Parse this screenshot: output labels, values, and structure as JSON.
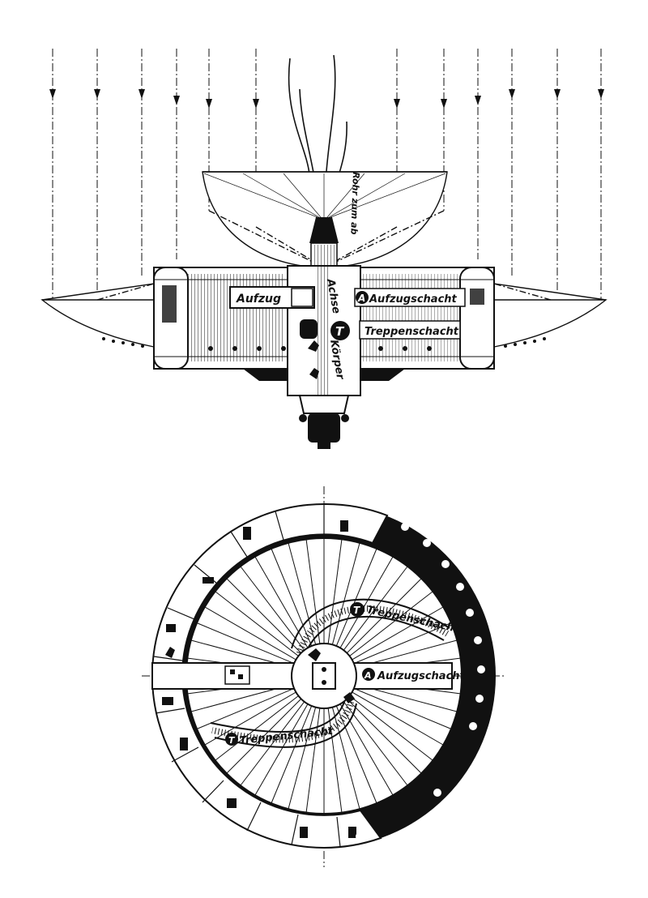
{
  "labels": {
    "side_aufzug": "Aufzug",
    "side_achse": "Achse",
    "side_aufzugschacht": "Aufzugschacht",
    "side_treppenschacht": "Treppenschacht",
    "side_koerper": "Körper",
    "side_rohr": "Rohr zum ab",
    "marker_a": "A",
    "marker_t": "T",
    "plan_treppenschacht_top": "Treppenschacht",
    "plan_aufzugschacht": "Aufzugschacht",
    "plan_treppenschacht_bottom": "Treppenschacht"
  },
  "colors": {
    "ink": "#111111",
    "paper": "#ffffff"
  }
}
